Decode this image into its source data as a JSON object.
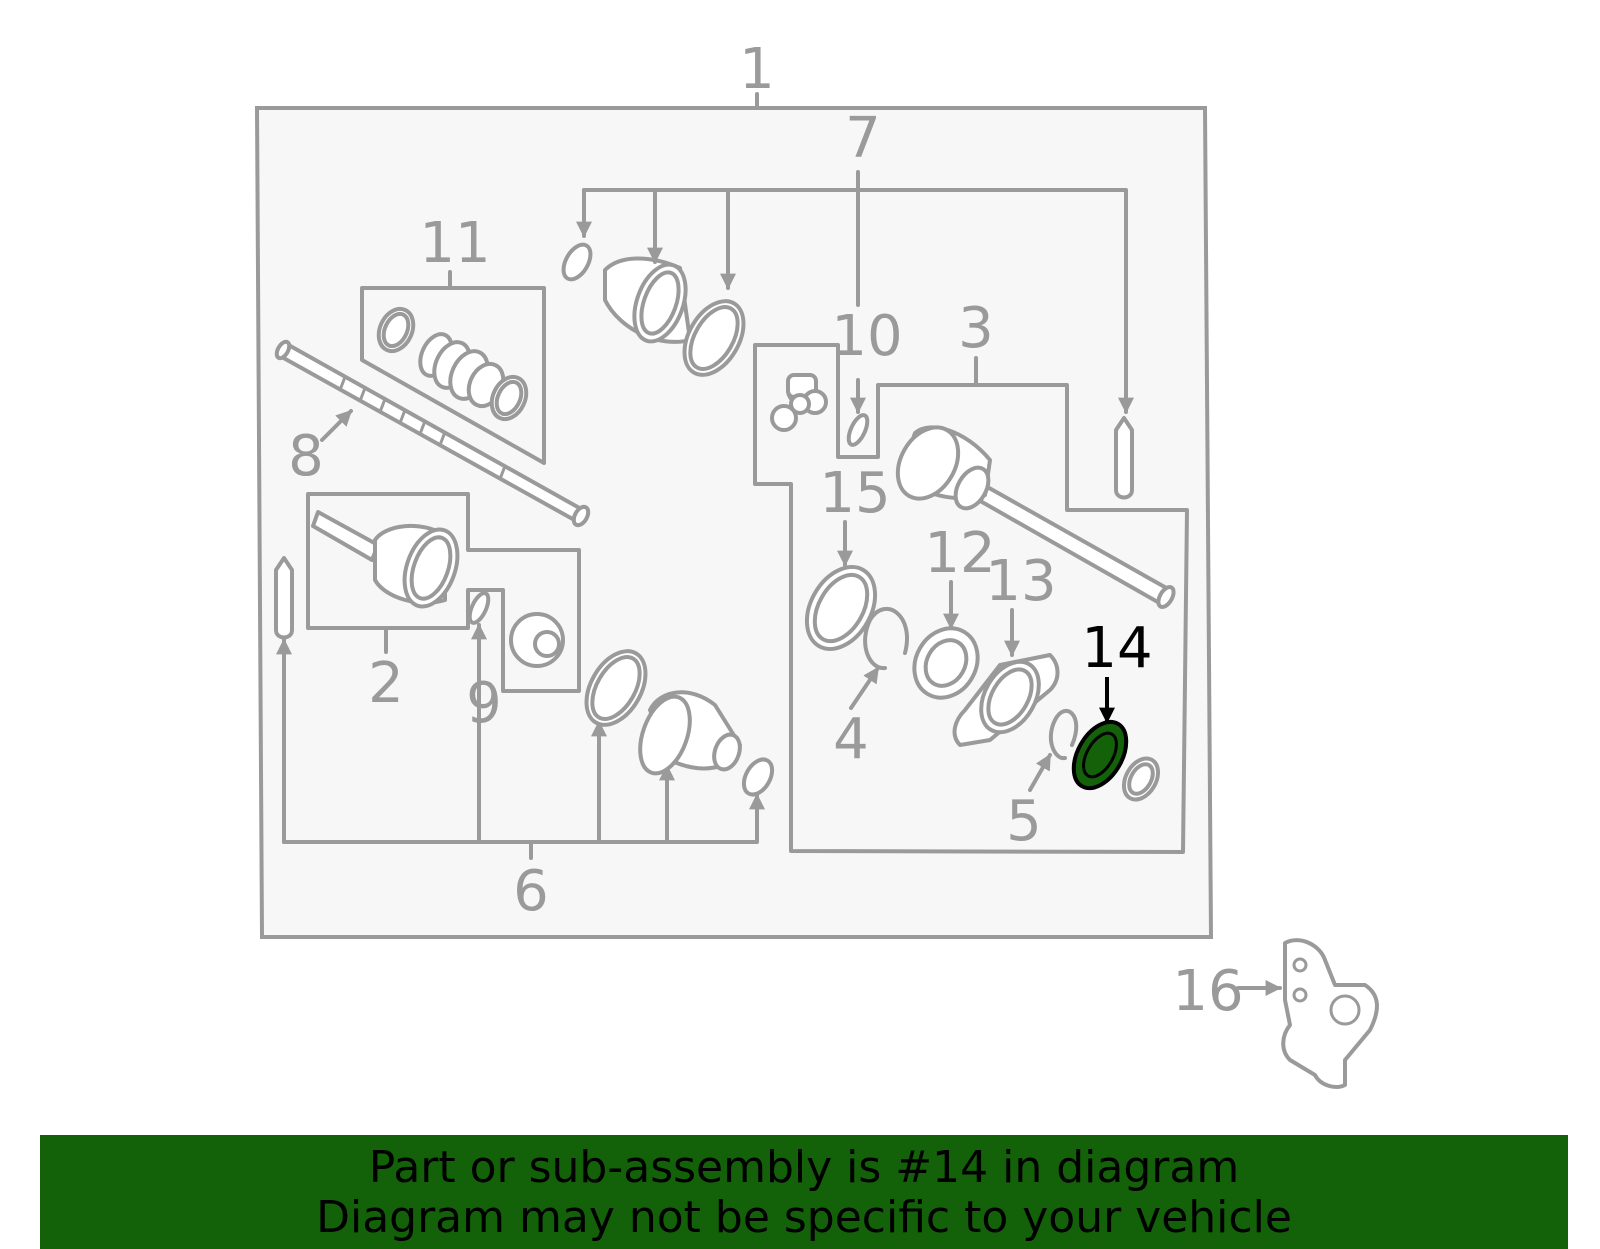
{
  "diagram": {
    "callouts": [
      "1",
      "2",
      "3",
      "4",
      "5",
      "6",
      "7",
      "8",
      "9",
      "10",
      "11",
      "12",
      "13",
      "14",
      "15",
      "16"
    ],
    "highlighted_callout": "14",
    "highlight_color": "#136108",
    "line_color": "#9a9a9a",
    "panel_color": "#f7f7f7"
  },
  "banner": {
    "line1": "Part or sub-assembly is #14 in diagram",
    "line2": "Diagram may not be specific to your vehicle",
    "color": "#136108"
  }
}
